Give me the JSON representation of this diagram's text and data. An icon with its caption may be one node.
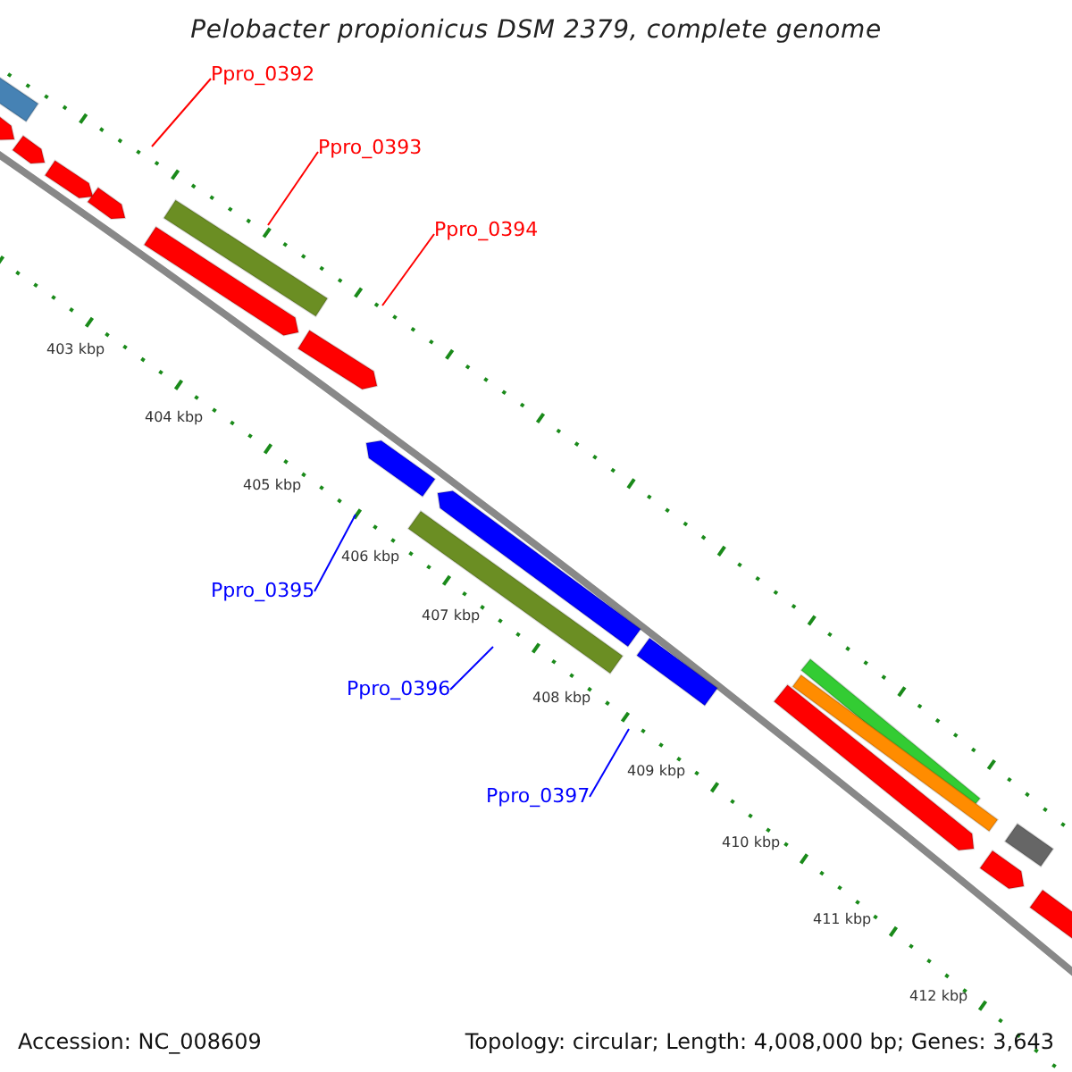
{
  "diagram": {
    "title": "Pelobacter propionicus DSM 2379, complete genome",
    "nodes": [
      {
        "text": [
          "Ppro_0392"
        ]
      },
      {
        "text": [
          "Ppro_0393"
        ]
      },
      {
        "text": [
          "Ppro_0394"
        ]
      },
      {
        "text": [
          "Ppro_0395"
        ]
      },
      {
        "text": [
          "Ppro_0396"
        ]
      },
      {
        "text": [
          "Ppro_0397"
        ]
      }
    ],
    "edges": [
      {
        "from": 0,
        "to": null,
        "arrow": "none",
        "color": "#ff0000"
      },
      {
        "from": 1,
        "to": null,
        "arrow": "none",
        "color": "#ff0000"
      },
      {
        "from": 2,
        "to": null,
        "arrow": "none",
        "color": "#ff0000"
      },
      {
        "from": 3,
        "to": null,
        "arrow": "none",
        "color": "#0000ff"
      },
      {
        "from": 4,
        "to": null,
        "arrow": "none",
        "color": "#0000ff"
      },
      {
        "from": 5,
        "to": null,
        "arrow": "none",
        "color": "#0000ff"
      }
    ],
    "labels": [
      "403 kbp",
      "404 kbp",
      "405 kbp",
      "406 kbp",
      "407 kbp",
      "408 kbp",
      "409 kbp",
      "410 kbp",
      "411 kbp",
      "412 kbp",
      "Accession: NC_008609",
      "Topology: circular; Length: 4,008,000 bp; Genes: 3,643"
    ]
  }
}
